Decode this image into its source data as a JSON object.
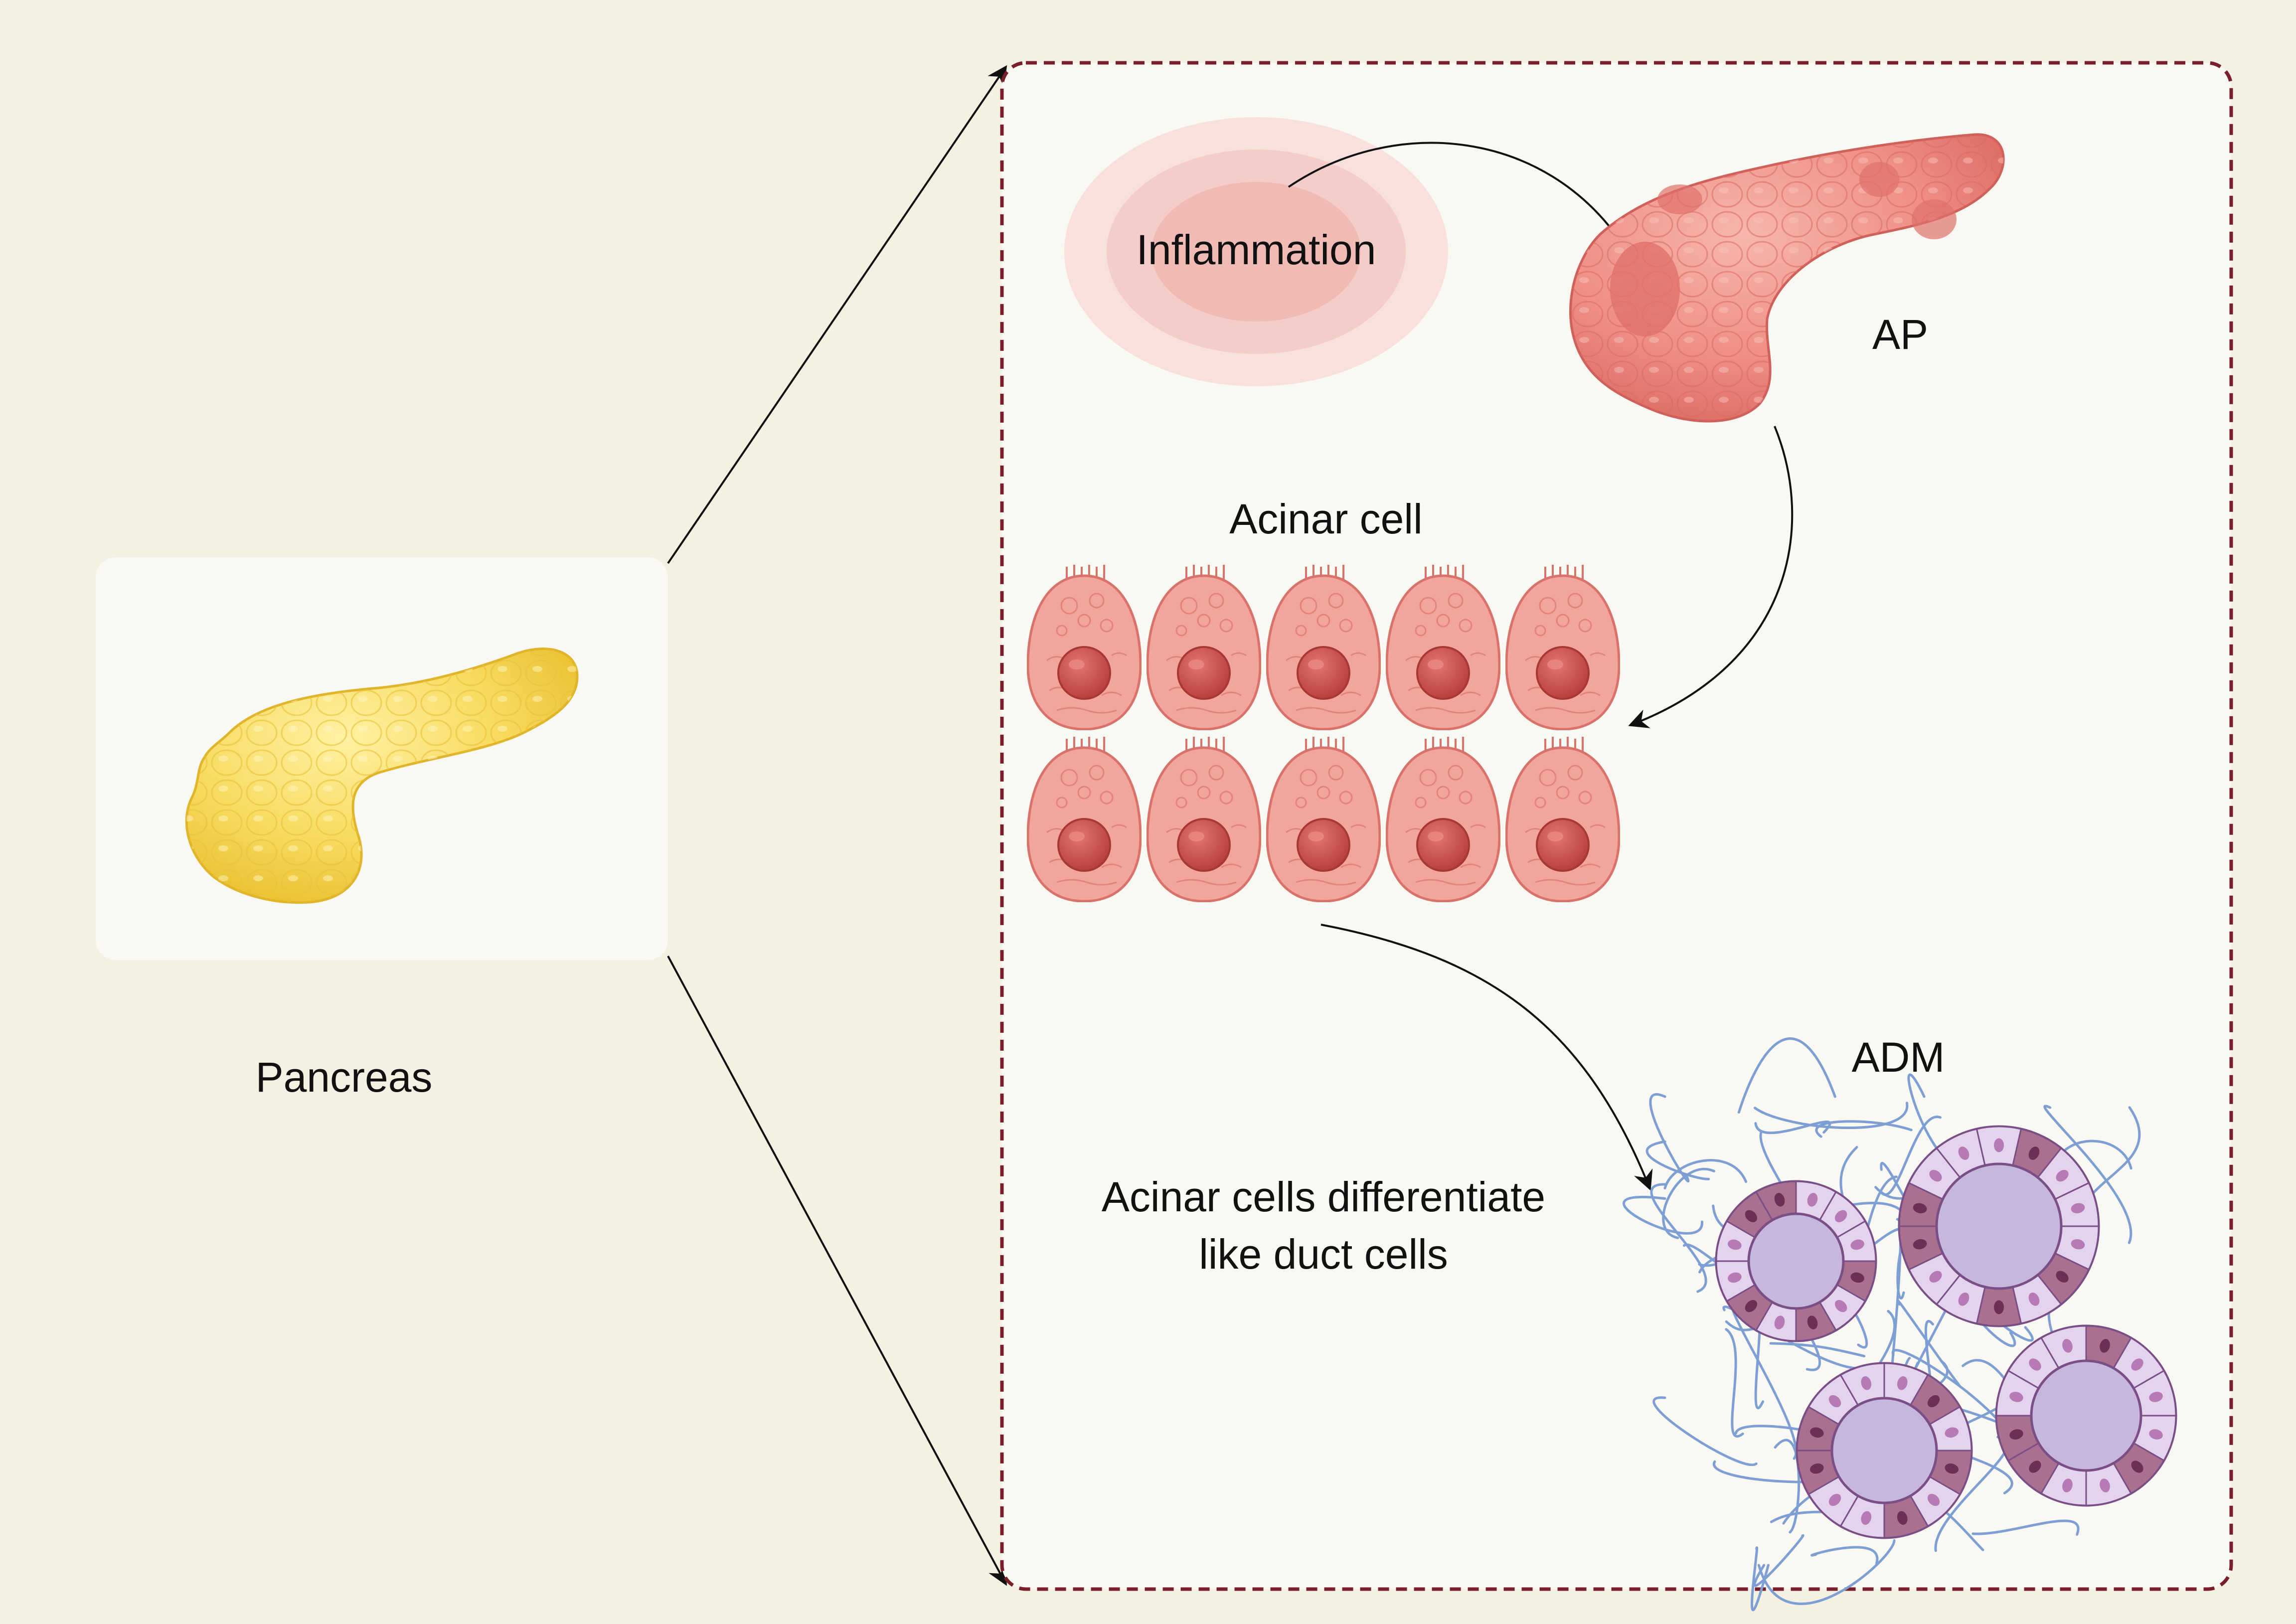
{
  "labels": {
    "pancreas": "Pancreas",
    "inflammation": "Inflammation",
    "ap": "AP",
    "acinar_cell": "Acinar cell",
    "adm": "ADM",
    "differentiation_line1": "Acinar cells differentiate",
    "differentiation_line2": "like duct cells"
  },
  "colors": {
    "background": "#f4f1e3",
    "panel": "#f9f8f3",
    "healthy_pancreas": "#f7d95c",
    "inflamed_pancreas": "#ef8f86",
    "acinar_cell": "#f1a59c",
    "nucleus": "#c9534f",
    "duct_lumen": "#c8b7dc",
    "duct_cell": "#dccbe6",
    "stroma_fiber": "#7e9fd3",
    "dashed_border": "#7a1f2a"
  },
  "icons": [
    "pancreas-icon",
    "inflamed-pancreas-icon",
    "acinar-cell-icon",
    "duct-structure-icon"
  ]
}
